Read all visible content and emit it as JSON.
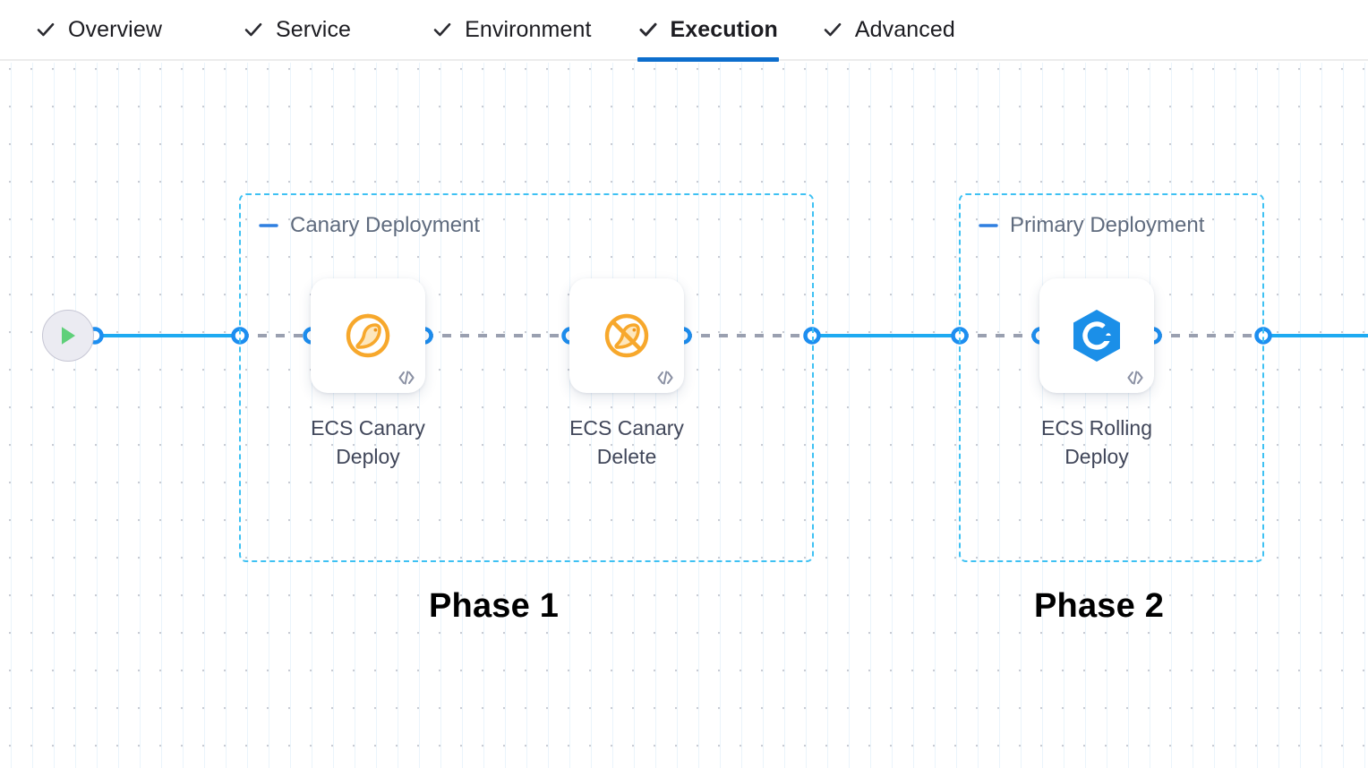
{
  "tabs": [
    {
      "label": "Overview",
      "icon": "check-icon",
      "active": false
    },
    {
      "label": "Service",
      "icon": "check-icon",
      "active": false
    },
    {
      "label": "Environment",
      "icon": "check-icon",
      "active": false
    },
    {
      "label": "Execution",
      "icon": "check-icon",
      "active": true
    },
    {
      "label": "Advanced",
      "icon": "check-icon",
      "active": false
    }
  ],
  "canvas": {
    "start_node": {
      "icon": "play-icon",
      "name": "pipeline-start"
    },
    "groups": [
      {
        "title": "Canary Deployment",
        "collapse_icon": "minus-icon",
        "phase_label": "Phase 1"
      },
      {
        "title": "Primary Deployment",
        "collapse_icon": "minus-icon",
        "phase_label": "Phase 2"
      }
    ],
    "nodes": [
      {
        "label": "ECS Canary Deploy",
        "icon": "canary-bird-icon",
        "badge": "code-icon"
      },
      {
        "label": "ECS Canary Delete",
        "icon": "canary-bird-slash-icon",
        "badge": "code-icon"
      },
      {
        "label": "ECS Rolling Deploy",
        "icon": "ecs-rolling-hexagon-icon",
        "badge": "code-icon"
      }
    ]
  },
  "colors": {
    "accent_blue": "#0d6ecd",
    "edge_blue": "#1eaaf1",
    "port_blue": "#1d8ef0",
    "group_border": "#3ec1f3",
    "dashed_edge": "#9aa0b0",
    "canary_orange": "#f7a82c",
    "ecs_blue": "#1b8fe8",
    "play_green": "#5fd07a",
    "group_title": "#5f6b7e",
    "node_label": "#41475a"
  }
}
